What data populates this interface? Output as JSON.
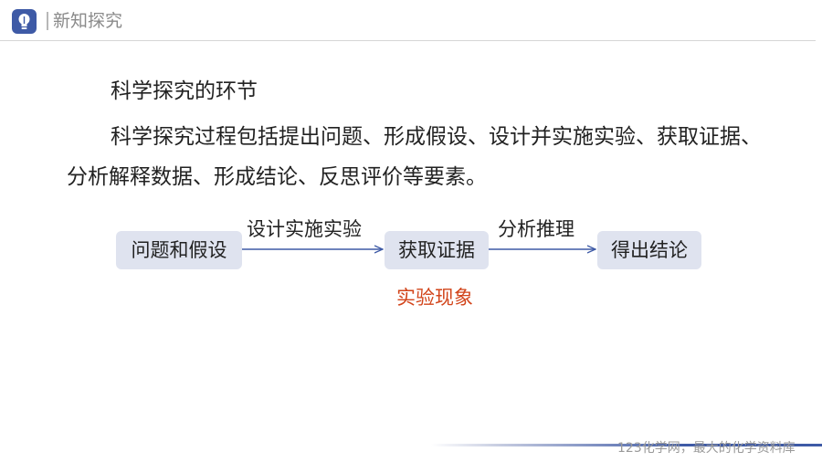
{
  "header": {
    "title": "新知探究"
  },
  "content": {
    "heading": "科学探究的环节",
    "paragraph": "科学探究过程包括提出问题、形成假设、设计并实施实验、获取证据、分析解释数据、形成结论、反思评价等要素。"
  },
  "flow": {
    "steps": [
      "问题和假设",
      "获取证据",
      "得出结论"
    ],
    "arrow_labels": [
      "设计实施实验",
      "分析推理"
    ],
    "note": "实验现象"
  },
  "footer": {
    "text": "123化学网，最大的化学资料库"
  },
  "colors": {
    "accent": "#3e5aa6",
    "box_fill": "#dfe3ef",
    "note": "#d2441a"
  }
}
